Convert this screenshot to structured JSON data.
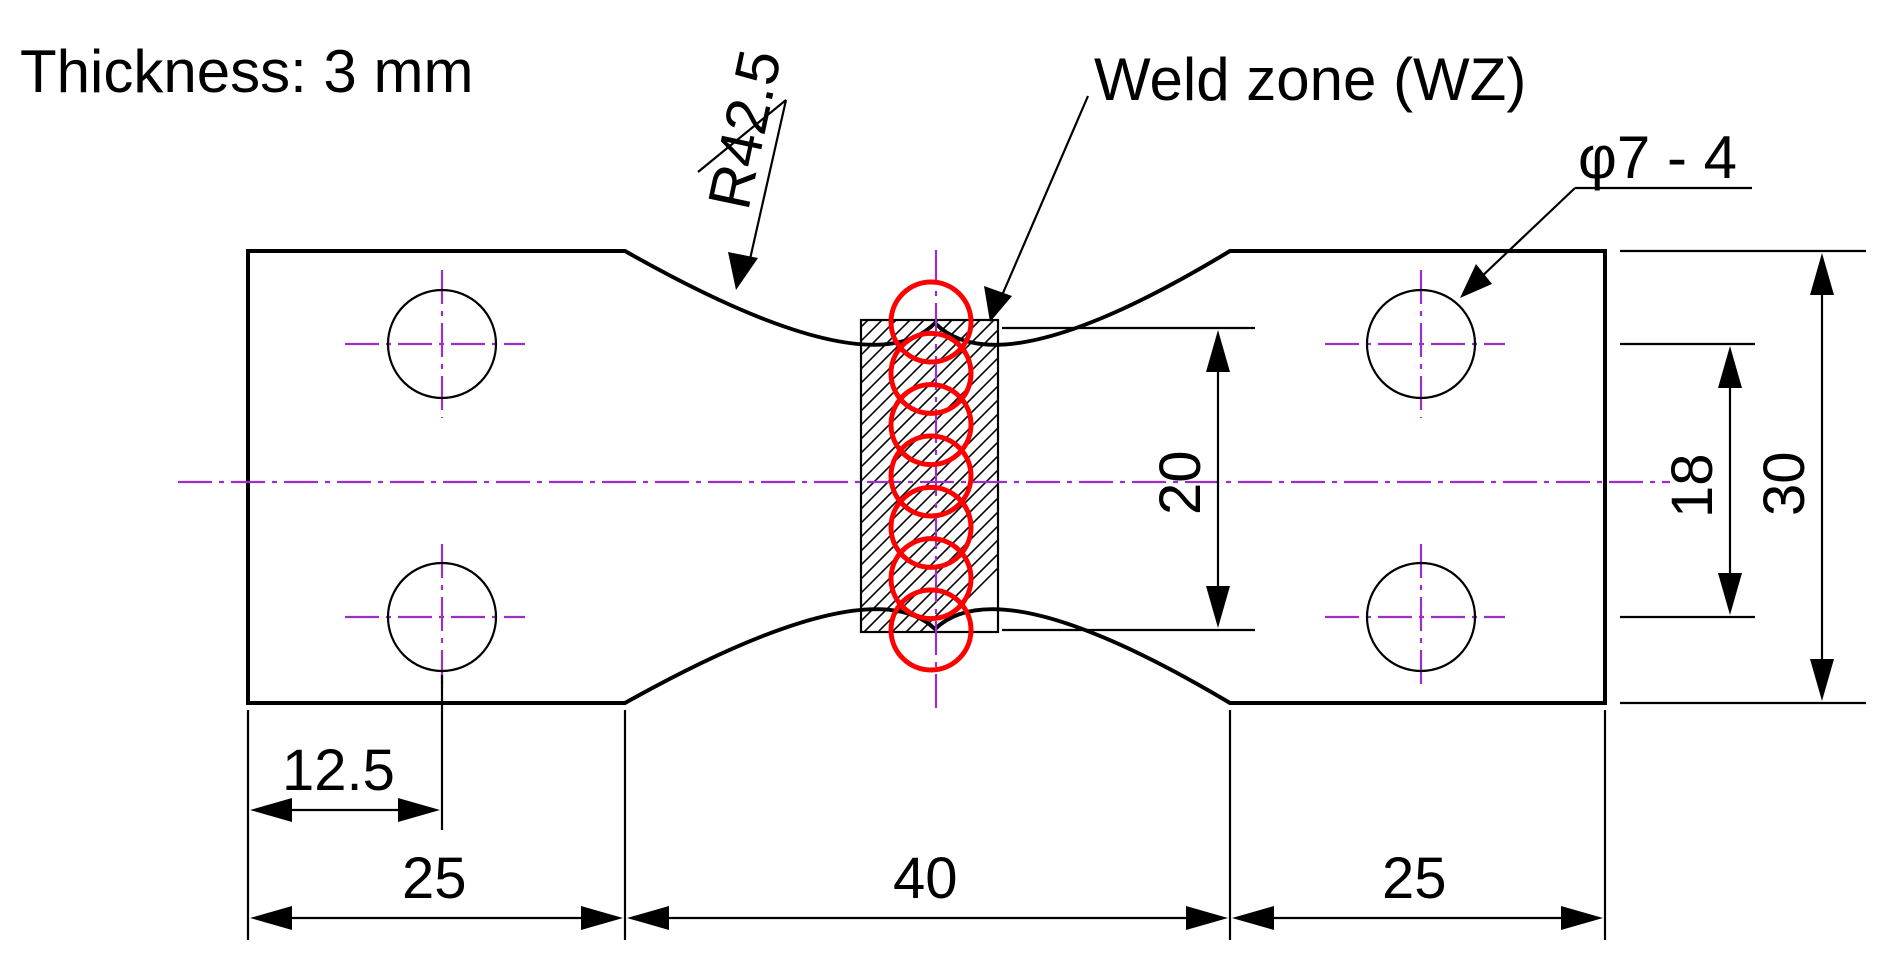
{
  "thickness_label": "Thickness: 3 mm",
  "radius_label": "R42.5",
  "weld_zone_label": "Weld zone (WZ)",
  "hole_label": "φ7 - 4",
  "dimensions": {
    "end_left": "25",
    "middle": "40",
    "end_right": "25",
    "hole_offset": "12.5",
    "neck_width": "20",
    "hole_spacing": "18",
    "total_width": "30"
  },
  "colors": {
    "weld_rings": "#ff0000",
    "center_lines": "#9b30c8",
    "outline": "#000000"
  },
  "weld_ring_count": 7
}
